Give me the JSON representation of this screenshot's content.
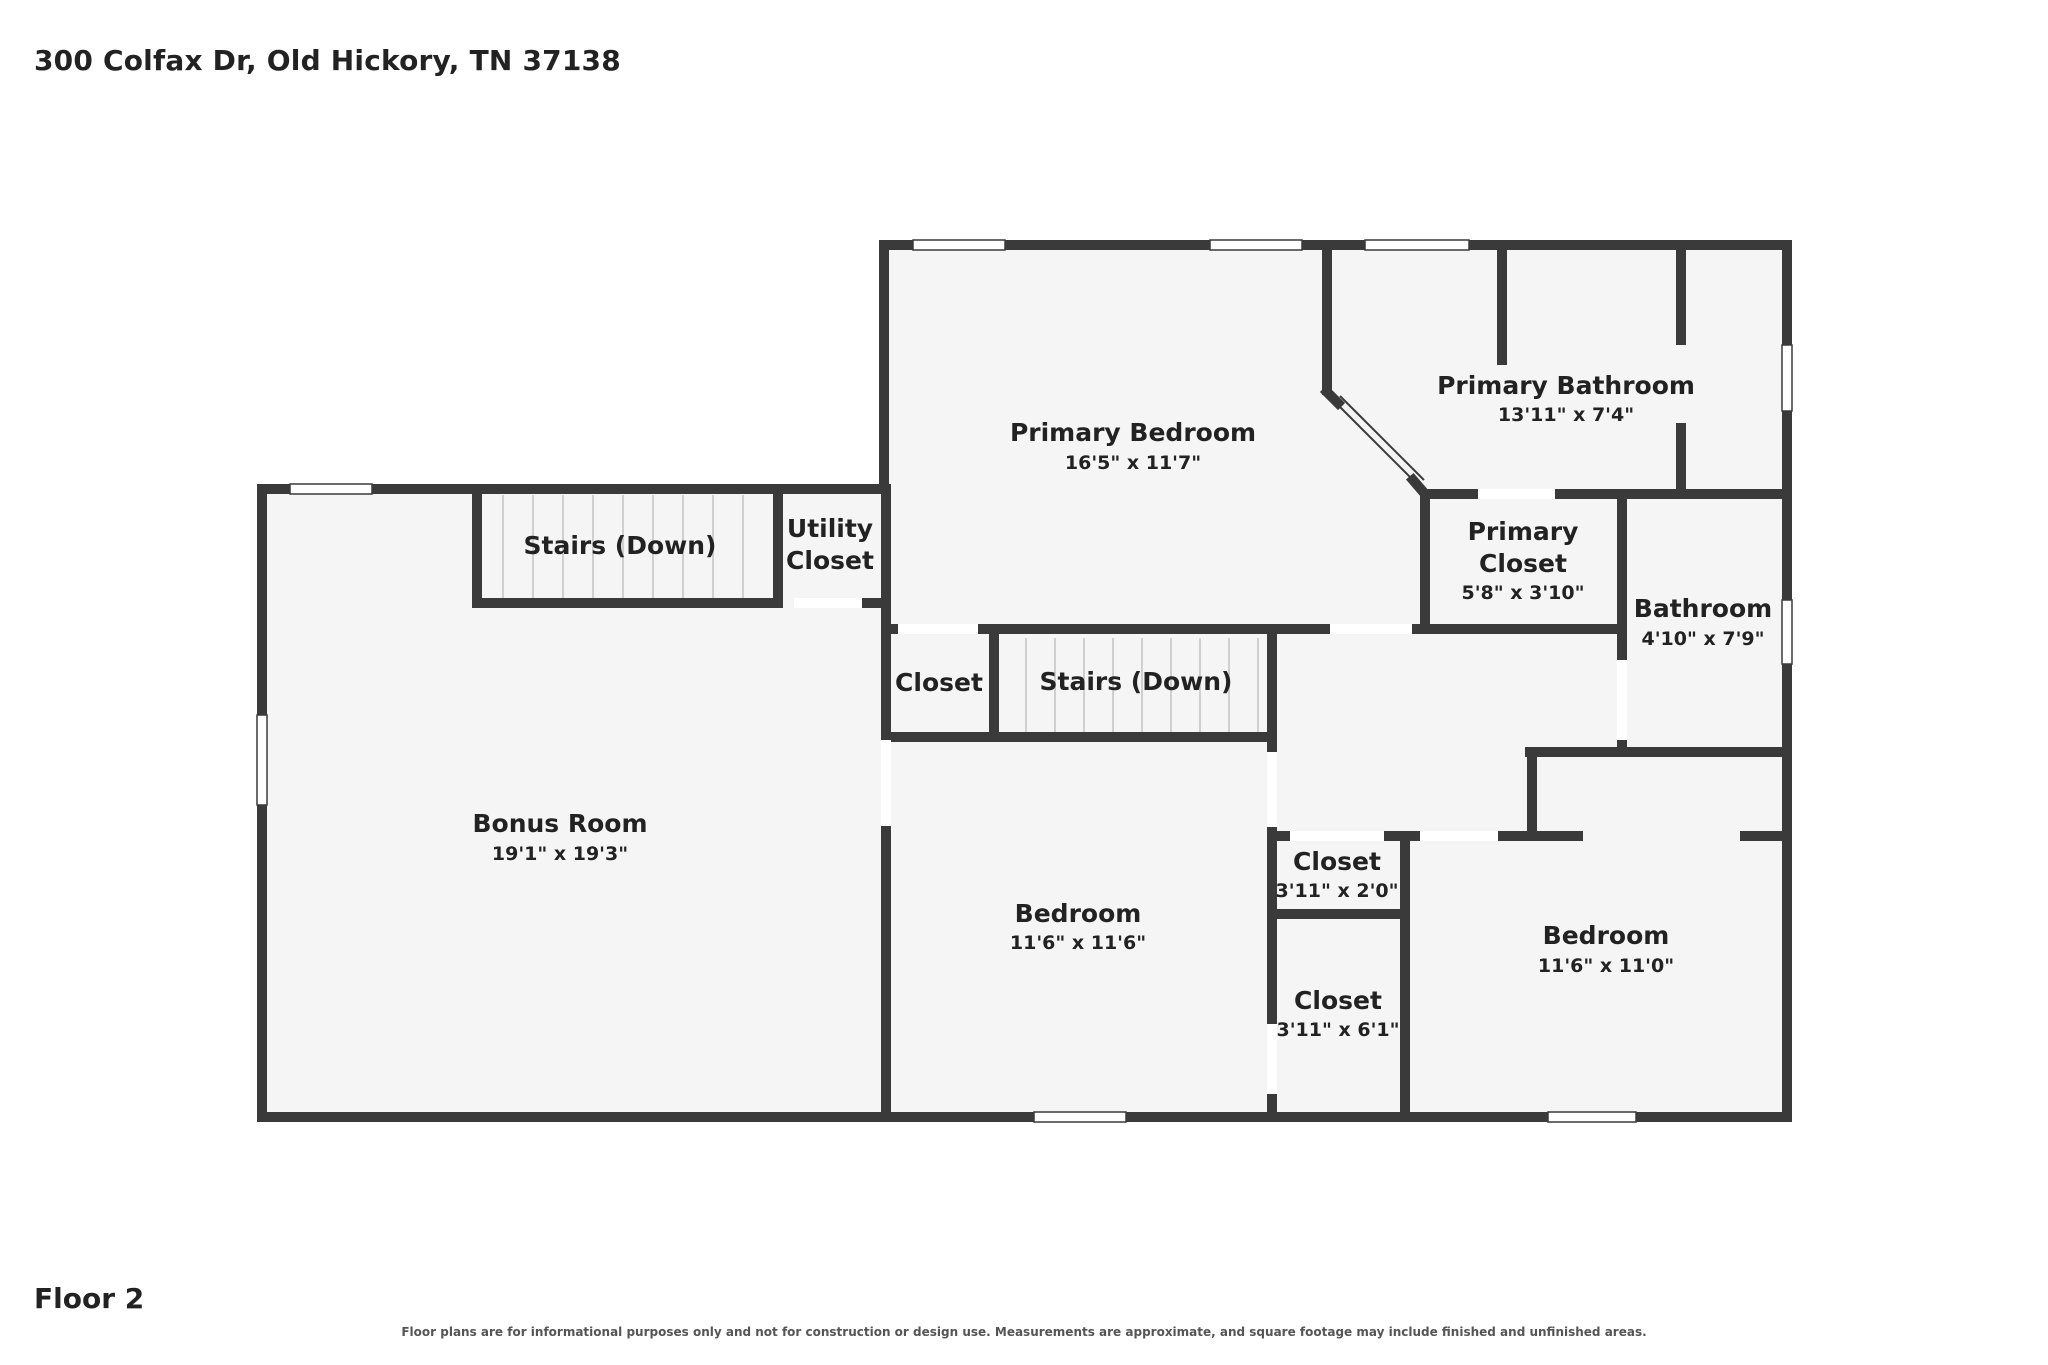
{
  "header": {
    "address": "300 Colfax Dr, Old Hickory, TN 37138"
  },
  "footer": {
    "floor": "Floor 2",
    "disclaimer": "Floor plans are for informational purposes only and not for construction or design use. Measurements are approximate, and square footage may include finished and unfinished areas."
  },
  "colors": {
    "wall": "#3a3a3a",
    "floor": "#f5f5f5",
    "window": "#ffffff",
    "stairs_line": "#cfcfcf"
  },
  "rooms": {
    "bonus_room": {
      "name": "Bonus Room",
      "dim": "19'1\" x 19'3\""
    },
    "stairs_left": {
      "name": "Stairs (Down)"
    },
    "utility_closet": {
      "name1": "Utility",
      "name2": "Closet"
    },
    "primary_bedroom": {
      "name": "Primary Bedroom",
      "dim": "16'5\" x 11'7\""
    },
    "primary_bathroom": {
      "name": "Primary Bathroom",
      "dim": "13'11\" x 7'4\""
    },
    "primary_closet": {
      "name1": "Primary",
      "name2": "Closet",
      "dim": "5'8\" x 3'10\""
    },
    "bathroom": {
      "name": "Bathroom",
      "dim": "4'10\" x 7'9\""
    },
    "closet_small": {
      "name": "Closet"
    },
    "stairs_center": {
      "name": "Stairs (Down)"
    },
    "bedroom_center": {
      "name": "Bedroom",
      "dim": "11'6\" x 11'6\""
    },
    "closet_a": {
      "name": "Closet",
      "dim": "3'11\" x 2'0\""
    },
    "closet_b": {
      "name": "Closet",
      "dim": "3'11\" x 6'1\""
    },
    "bedroom_right": {
      "name": "Bedroom",
      "dim": "11'6\" x 11'0\""
    }
  }
}
